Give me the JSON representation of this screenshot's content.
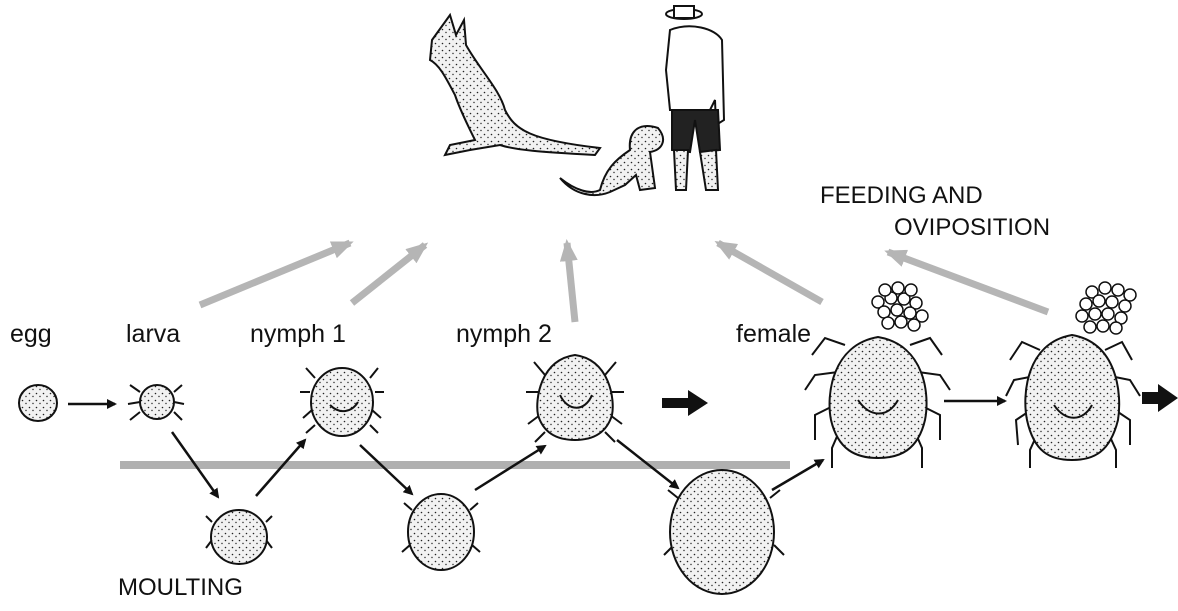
{
  "stages": {
    "egg": "egg",
    "larva": "larva",
    "nymph1": "nymph 1",
    "nymph2": "nymph 2",
    "female": "female"
  },
  "moulting_label": "MOULTING",
  "feeding_label_line1": "FEEDING AND",
  "feeding_label_line2": "OVIPOSITION",
  "hosts": [
    "kangaroo-icon",
    "dog-icon",
    "human-icon"
  ],
  "colors": {
    "ink": "#111111",
    "host_arrow": "#b5b5b5",
    "moult_line": "#b0b0b0",
    "tick_fill": "#e6e6e6"
  }
}
